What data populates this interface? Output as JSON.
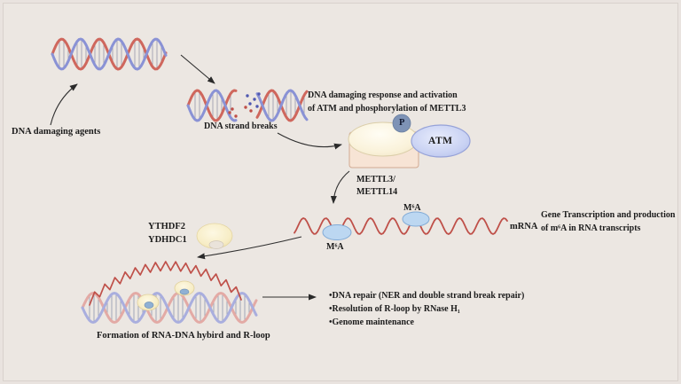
{
  "diagram": {
    "labels": {
      "dna_damaging_agents": "DNA damaging agents",
      "dna_strand_breaks": "DNA strand breaks",
      "ddr_line1": "DNA damaging response and activation",
      "ddr_line2": "of ATM and phosphorylation of METTL3",
      "p_badge": "P",
      "atm": "ATM",
      "mettl_line1": "METTL3/",
      "mettl_line2": "METTL14",
      "m6a_mark1": "M⁶A",
      "m6a_mark2": "M⁶A",
      "mrna": "mRNA",
      "gene_line1": "Gene Transcription and production",
      "gene_line2": "of m⁶A in RNA transcripts",
      "reader_line1": "YTHDF2",
      "reader_line2": "YDHDC1",
      "formation": "Formation of RNA-DNA hybird and R-loop",
      "bullet1": "•DNA repair (NER and double strand break repair)",
      "bullet2": "•Resolution of R-loop by RNase H₁",
      "bullet3": "•Genome maintenance"
    },
    "colors": {
      "background": "#ece7e2",
      "text": "#1b1b1b",
      "dna_strand_red": "#cf675d",
      "dna_strand_blue": "#8a92d5",
      "dna_pale_red": "#e3aaa5",
      "dna_pale_blue": "#a9aede",
      "hatch": "#a0a0b0",
      "hatch_pale": "#9aa0b4",
      "mrna_red": "#bf5049",
      "debris_blue": "#5058b0",
      "debris_red": "#bf4f48",
      "m6a_fill": "#bcd7f1",
      "m6a_stroke": "#82abd6",
      "mettl_body": "#f7e4d5",
      "mettl_body_stroke": "#d2aa92",
      "mettl_top_stroke": "#dbcea9",
      "p_fill": "#7e93b6",
      "p_stroke": "#6a7fa0",
      "atm_stroke": "#96a2d8",
      "reader_stroke": "#e4d5a2",
      "arrow": "#2f2f2f"
    }
  }
}
